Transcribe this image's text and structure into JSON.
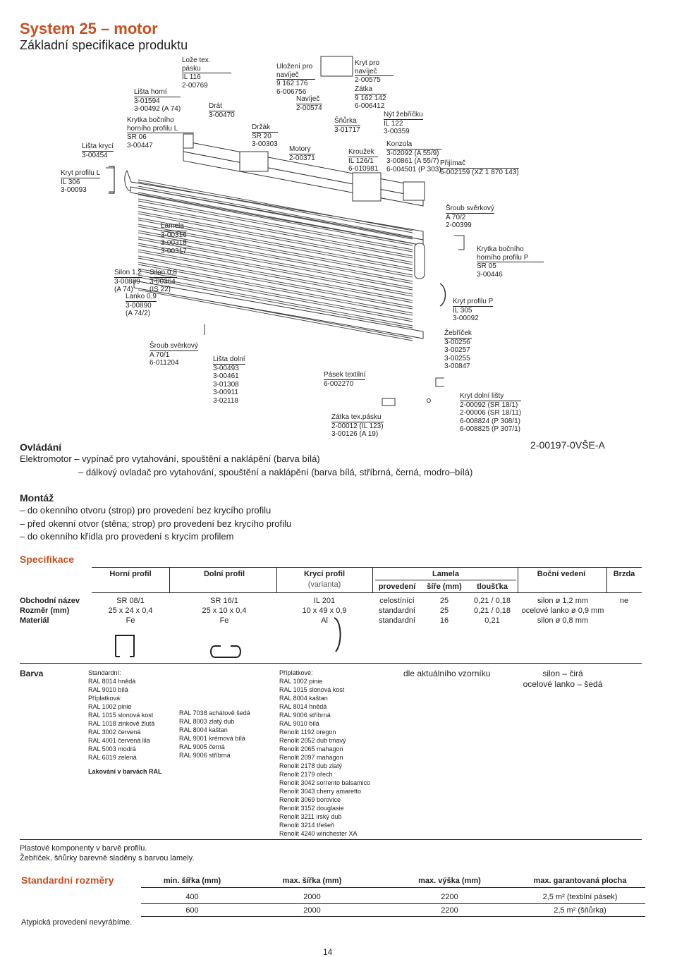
{
  "header": {
    "title": "System 25 – motor",
    "subtitle": "Základní specifikace produktu"
  },
  "callouts": {
    "loze": {
      "label": "Lože tex. pásku",
      "l1": "IL 116",
      "l2": "2-00769"
    },
    "listaHorni": {
      "label": "Lišta horní",
      "l1": "3-01594",
      "l2": "3-00492 (A 74)"
    },
    "drat": {
      "label": "Drát",
      "l1": "3-00470"
    },
    "krytkaL": {
      "label": "Krytka bočního horního profilu L",
      "l1": "SR 06",
      "l2": "3-00447"
    },
    "drzak": {
      "label": "Držák",
      "l1": "SR 20",
      "l2": "3-00303"
    },
    "listaKryci": {
      "label": "Lišta krycí",
      "l1": "3-00454"
    },
    "krytProfiluL": {
      "label": "Kryt profilu L",
      "l1": "IL 306",
      "l2": "3-00093"
    },
    "ulozeni": {
      "label": "Uložení pro navíječ",
      "l1": "9 162 176",
      "l2": "6-006756"
    },
    "navijec": {
      "label": "Navíječ",
      "l1": "2-00574"
    },
    "motory": {
      "label": "Motory",
      "l1": "2-00371"
    },
    "krytNavijec": {
      "label": "Kryt pro navíječ",
      "l1": "2-00575"
    },
    "zatka": {
      "label": "Zátka",
      "l1": "9 162 142",
      "l2": "6-006412"
    },
    "snurka": {
      "label": "Šňůrka",
      "l1": "3-01717"
    },
    "krouzek": {
      "label": "Kroužek",
      "l1": "IL 126/1",
      "l2": "6-010981"
    },
    "nyt": {
      "label": "Nýt žebříčku",
      "l1": "IL 122",
      "l2": "3-00359"
    },
    "konzola": {
      "label": "Konzola",
      "l1": "3-02092 (A 55/9)",
      "l2": "3-00861 (A 55/7)",
      "l3": "6-004501 (P 303)"
    },
    "prijimac": {
      "label": "Přijímač",
      "l1": "6-002159 (XZ 1 870 143)"
    },
    "srouba702": {
      "label": "Šroub svěrkový",
      "l1": "A 70/2",
      "l2": "2-00399"
    },
    "krytkaP": {
      "label": "Krytka bočního horního profilu P",
      "l1": "SR 05",
      "l2": "3-00446"
    },
    "lamela": {
      "label": "Lamela",
      "l1": "3-00316",
      "l2": "3-00318",
      "l3": "3-00317"
    },
    "silon12": {
      "label": "Silon 1,2",
      "l1": "3-00889",
      "l2": "(A 74)"
    },
    "silon08": {
      "label": "Silon 0,8",
      "l1": "3-00364",
      "l2": "(IS 22)"
    },
    "lanko": {
      "label": "Lanko 0,9",
      "l1": "3-00890",
      "l2": "(A 74/2)"
    },
    "krytProfiluP": {
      "label": "Kryt profilu P",
      "l1": "IL 305",
      "l2": "3-00092"
    },
    "zebricek": {
      "label": "Žebříček",
      "l1": "3-00256",
      "l2": "3-00257",
      "l3": "3-00255",
      "l4": "3-00847"
    },
    "srouba701": {
      "label": "Šroub svěrkový",
      "l1": "A 70/1",
      "l2": "6-011204"
    },
    "listaDolni": {
      "label": "Lišta dolní",
      "l1": "3-00493",
      "l2": "3-00461",
      "l3": "3-01308",
      "l4": "3-00911",
      "l5": "3-02118"
    },
    "pasek": {
      "label": "Pásek textilní",
      "l1": "6-002270"
    },
    "krytDolni": {
      "label": "Kryt dolní lišty",
      "l1": "2-00092 (SR 18/1)",
      "l2": "2-00006 (SR 18/11)",
      "l3": "6-008824 (P 308/1)",
      "l4": "6-008825 (P 307/1)"
    },
    "zatkaTex": {
      "label": "Zátka tex.pásku",
      "l1": "2-00012 (IL 123)",
      "l2": "3-00126 (A 19)"
    }
  },
  "ovladani": {
    "heading": "Ovládání",
    "code": "2-00197-0VŠE-A",
    "line1": "Elektromotor – vypínač pro vytahování, spouštění a naklápění (barva bílá)",
    "line2": "– dálkový ovladač pro vytahování, spouštění a naklápění (barva bílá, stříbrná, černá, modro–bílá)"
  },
  "montaz": {
    "heading": "Montáž",
    "items": [
      "– do okenního otvoru (strop) pro provedení bez krycího profilu",
      "– před okenní otvor (stěna; strop) pro provedení bez krycího profilu",
      "– do okenního křídla pro provedení s krycím profilem"
    ]
  },
  "specifikace": {
    "heading": "Specifikace",
    "headers": {
      "horni": "Horní profil",
      "dolni": "Dolní profil",
      "kryci": "Krycí profil",
      "kryci_sub": "(varianta)",
      "lamela": "Lamela",
      "lam_provedeni": "provedení",
      "lam_sire": "šíře (mm)",
      "lam_tloustka": "tloušťka",
      "bocni": "Boční vedení",
      "brzda": "Brzda"
    },
    "rows": {
      "labels": [
        "Obchodní název",
        "Rozměr (mm)",
        "Materiál"
      ],
      "horni": [
        "SR 08/1",
        "25 x 24 x 0,4",
        "Fe"
      ],
      "dolni": [
        "SR 16/1",
        "25 x 10 x 0,4",
        "Fe"
      ],
      "kryci": [
        "IL 201",
        "10 x 49 x 0,9",
        "Al"
      ],
      "provedeni": [
        "celostínící",
        "standardní",
        "standardní"
      ],
      "sire": [
        "25",
        "25",
        "16"
      ],
      "tloustka": [
        "0,21 / 0,18",
        "0,21 / 0,18",
        "0,21"
      ],
      "bocni": [
        "silon ø 1,2 mm",
        "ocelové lanko ø 0,9 mm",
        "silon ø 0,8 mm"
      ],
      "brzda": "ne"
    }
  },
  "barva": {
    "label": "Barva",
    "col1": [
      "Standardní:",
      "RAL 8014 hnědá",
      "RAL 9010 bílá",
      "",
      "Příplatková:",
      "RAL 1002 pinie",
      "RAL 1015 slonová kost",
      "RAL 1018 zinkově žlutá",
      "RAL 3002 červená",
      "RAL 4001 červená lila",
      "RAL 5003 modrá",
      "RAL 6019 zelená"
    ],
    "col1_bold": "Lakování v barvách RAL",
    "col2": [
      "RAL 7038 achátově šedá",
      "RAL 8003 zlatý dub",
      "RAL 8004 kaštan",
      "RAL 9001 krémová bílá",
      "RAL 9005 černá",
      "RAL 9006 stříbrná"
    ],
    "col3": [
      "Příplatkové:",
      "RAL 1002 pinie",
      "RAL 1015 slonová kost",
      "RAL 8004 kaštan",
      "RAL 8014 hnědá",
      "RAL 9006 stříbrná",
      "RAL 9010 bílá",
      "Renolit 1192 oregon",
      "Renolit 2052 dub tmavý",
      "Renolit 2065 mahagon",
      "Renolit 2097 mahagon",
      "Renolit 2178 dub zlatý",
      "Renolit 2179 ořech",
      "Renolit 3042 sorrento balsamico",
      "Renolit 3043 cherry amaretto",
      "Renolit 3069 borovice",
      "Renolit 3152 douglasie",
      "Renolit 3211 irský dub",
      "Renolit 3214 třešeň",
      "Renolit 4240 winchester XA"
    ],
    "lamela": "dle aktuálního vzorníku",
    "bocni1": "silon – čirá",
    "bocni2": "ocelové lanko – šedá",
    "note1": "Plastové komponenty v barvě profilu.",
    "note2": "Žebříček, šňůrky barevně sladěny s barvou lamely."
  },
  "rozmery": {
    "heading": "Standardní rozměry",
    "headers": [
      "min. šířka (mm)",
      "max. šířka (mm)",
      "max. výška (mm)",
      "max. garantovaná plocha"
    ],
    "rows": [
      [
        "400",
        "2000",
        "2200",
        "2,5 m² (textilní pásek)"
      ],
      [
        "600",
        "2000",
        "2200",
        "2,5 m² (šňůrka)"
      ]
    ],
    "note": "Atypická provedení nevyrábíme."
  },
  "page_number": "14"
}
